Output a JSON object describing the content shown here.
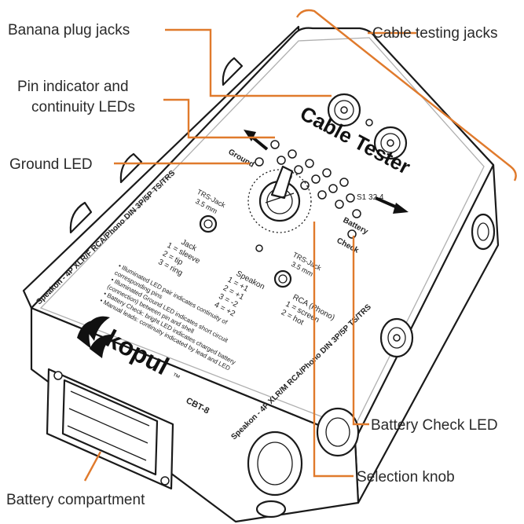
{
  "callouts": {
    "banana_plug_jacks": "Banana plug jacks",
    "cable_testing_jacks": "Cable testing jacks",
    "pin_indicator_line1": "Pin indicator and",
    "pin_indicator_line2": "continuity LEDs",
    "ground_led": "Ground LED",
    "battery_check_led": "Battery Check LED",
    "selection_knob": "Selection knob",
    "battery_compartment": "Battery compartment"
  },
  "device": {
    "title": "Cable Tester",
    "brand": "kopul",
    "brand_tm": "™",
    "model": "CBT-8",
    "ground_label": "Ground",
    "pin_numbers": "S1 32 4",
    "battery_check_line1": "Battery",
    "battery_check_line2": "Check",
    "trs_jack_top_line1": "TRS-Jack",
    "trs_jack_top_line2": "3.5 mm",
    "trs_jack_bottom_line1": "TRS-Jack",
    "trs_jack_bottom_line2": "3.5 mm",
    "left_edge_text": "Speakon - 4P XLR/F RCA/Phono DIN 3P/5P TS/TRS",
    "bottom_edge_text": "Speakon - 4P XLR/M RCA/Phono DIN 3P/5P TS/TRS",
    "jack_legend": [
      "Jack",
      "1 = sleeve",
      "2 = tip",
      "3 = ring"
    ],
    "speakon_legend": [
      "Speakon",
      "1 = +1",
      "2 = +1",
      "3 = -2",
      "4 = +2"
    ],
    "rca_legend": [
      "RCA (Phono)",
      "1 = screen",
      "2 = hot"
    ],
    "notes": [
      "• Illuminated LED pair indicates continuity of",
      "  corresponding pins",
      "• Illuminated Ground LED indicates short circuit",
      "  (connection) between pin and shell",
      "• Battery Check: bright LED indicates charged battery",
      "• Manual leads: continuity indicated by lead and LED"
    ]
  },
  "colors": {
    "leader": "#e07a2c",
    "outline": "#1a1a1a",
    "callout_text": "#2a2a2a"
  }
}
